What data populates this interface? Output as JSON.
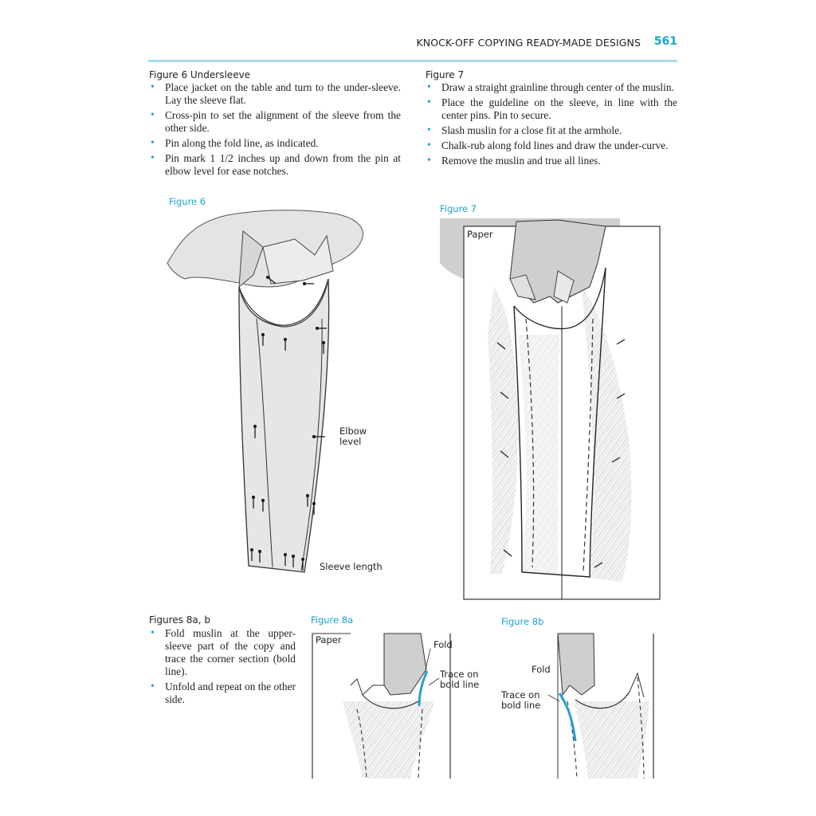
{
  "header": {
    "running_title": "KNOCK-OFF COPYING READY-MADE DESIGNS",
    "page_number": "561"
  },
  "section_fig6": {
    "heading": "Figure 6 Undersleeve",
    "bullets": [
      "Place jacket on the table and turn to the under-sleeve. Lay the sleeve flat.",
      "Cross-pin to set the alignment of the sleeve from the other side.",
      "Pin along the fold line, as indicated.",
      "Pin mark 1 1/2 inches up and down from the pin at elbow level for ease notches."
    ],
    "caption": "Figure 6",
    "label_elbow_1": "Elbow",
    "label_elbow_2": "level",
    "label_sleeve_length": "Sleeve length"
  },
  "section_fig7": {
    "heading": "Figure 7",
    "bullets": [
      "Draw a straight grainline through center of the muslin.",
      "Place the guideline on the sleeve, in line with the center pins. Pin to secure.",
      "Slash muslin for a close fit at the armhole.",
      "Chalk-rub along fold lines and draw the under-curve.",
      "Remove the muslin and true all lines."
    ],
    "caption": "Figure 7",
    "label_paper": "Paper"
  },
  "section_fig8": {
    "heading": "Figures 8a, b",
    "bullets": [
      "Fold muslin at the upper-sleeve part of the copy and trace the corner section (bold line).",
      "Unfold and repeat on the other side."
    ],
    "caption_a": "Figure 8a",
    "caption_b": "Figure 8b",
    "label_paper": "Paper",
    "label_fold_a": "Fold",
    "label_fold_b": "Fold",
    "label_trace_a_1": "Trace on",
    "label_trace_a_2": "bold line",
    "label_trace_b_1": "Trace on",
    "label_trace_b_2": "bold line"
  },
  "colors": {
    "accent": "#1aa3cf",
    "rule": "#a9dbee",
    "trace_line": "#2a9ed0",
    "garment_fill": "#e6e6e6",
    "paper_gray": "#cfcfcf"
  }
}
